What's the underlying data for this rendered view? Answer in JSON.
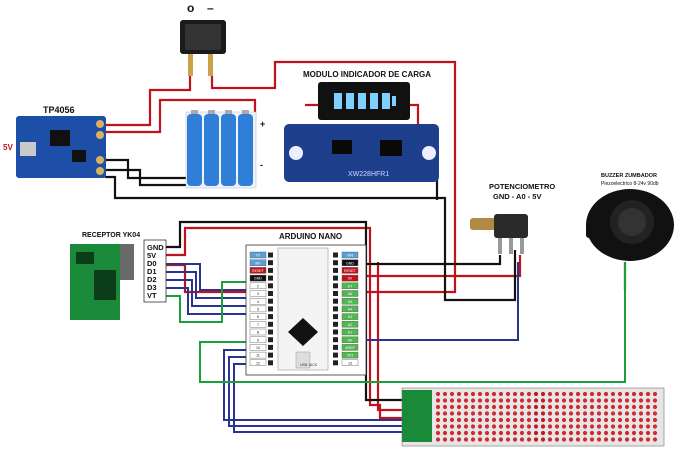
{
  "switch": {
    "label_on": "o",
    "label_off": "–"
  },
  "tp4056": {
    "title": "TP4056",
    "input_label": "5V"
  },
  "battery": {
    "plus": "+",
    "minus": "-"
  },
  "charge_indicator": {
    "title": "MODULO INDICADOR DE CARGA",
    "pcb_text": "XW228HFR1"
  },
  "receptor": {
    "title": "RECEPTOR YK04",
    "pins": [
      "GND",
      "5V",
      "D0",
      "D1",
      "D2",
      "D3",
      "VT"
    ]
  },
  "arduino": {
    "title": "ARDUINO NANO",
    "left_pins": [
      "TX",
      "RX",
      "RESET",
      "GND",
      "2",
      "3",
      "4",
      "5",
      "6",
      "7",
      "8",
      "9",
      "10",
      "11",
      "12"
    ],
    "right_pins": [
      "VIN",
      "GND",
      "RESET",
      "5V",
      "A7",
      "A6",
      "A5",
      "A4",
      "A3",
      "A2",
      "A1",
      "A0",
      "AREF",
      "3V3",
      "13"
    ],
    "usb_label": "USB JACK"
  },
  "potentiometer": {
    "title": "POTENCIOMETRO",
    "subtitle": "GND - A0 - 5V"
  },
  "buzzer": {
    "title": "BUZZER ZUMBADOR",
    "subtitle": "Piezoelectrico 8-24v 90db"
  },
  "colors": {
    "red_wire": "#c0121b",
    "black_wire": "#111111",
    "blue_wire": "#2a3390",
    "green_wire": "#1e9e3a",
    "pcb_blue": "#1d3f8c",
    "battery_blue": "#2f7fd9"
  }
}
